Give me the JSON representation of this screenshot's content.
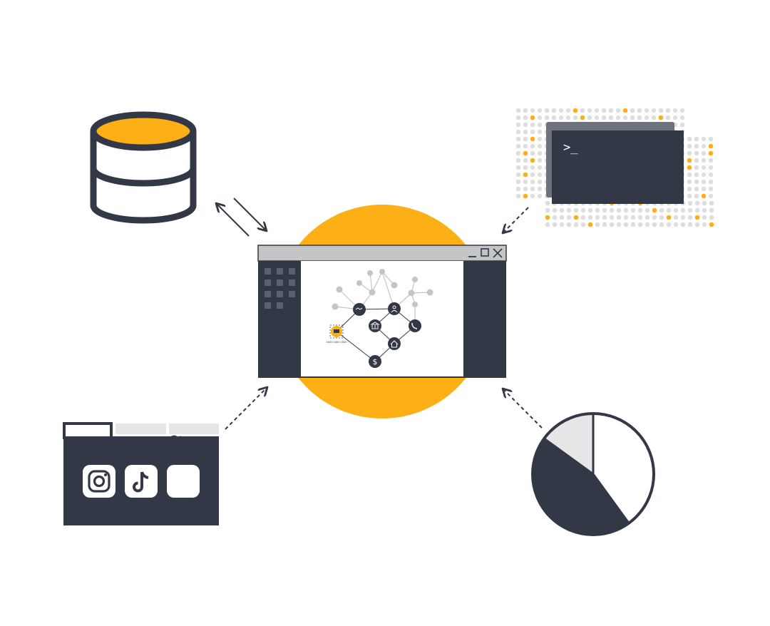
{
  "colors": {
    "dark": "#323846",
    "accent": "#fcb016",
    "grey": "#c4c5c7",
    "light_grey": "#e6e6e6",
    "dot_grey": "#dedede",
    "white": "#ffffff"
  },
  "terminal": {
    "prompt": ">_"
  },
  "window": {
    "controls": [
      "minimize-icon",
      "maximize-icon",
      "close-icon"
    ],
    "node_label": "0000 0000 0000"
  },
  "social": {
    "icons": [
      "instagram-icon",
      "tiktok-icon",
      "twitter-icon"
    ]
  },
  "pie": {
    "slices": [
      {
        "share": 0.4,
        "color": "#ffffff"
      },
      {
        "share": 0.45,
        "color": "#323846"
      },
      {
        "share": 0.15,
        "color": "#e6e6e6"
      }
    ]
  }
}
